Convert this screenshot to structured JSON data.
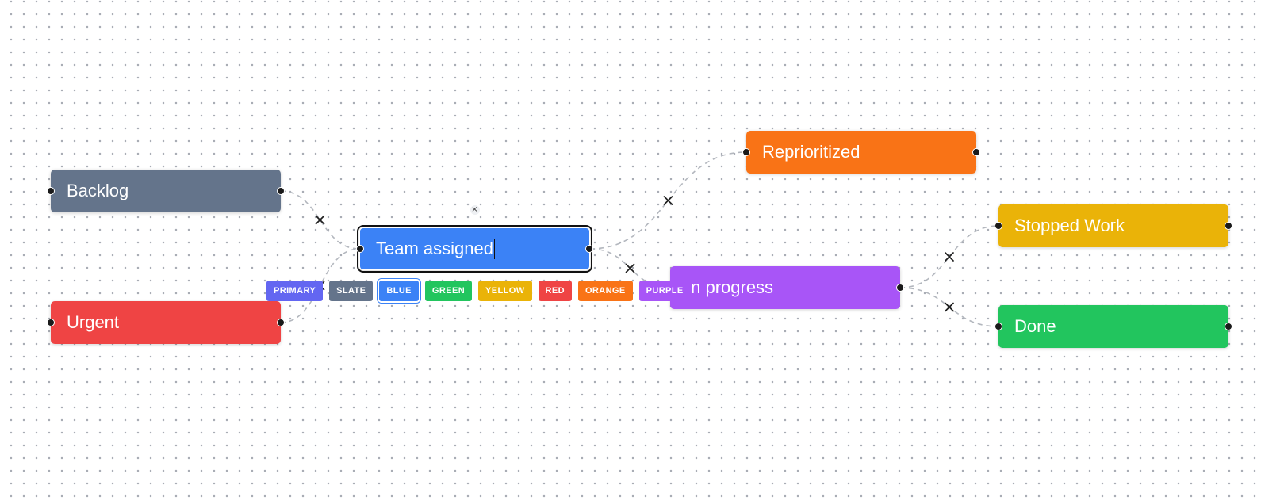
{
  "palette": [
    {
      "label": "PRIMARY",
      "color": "#6366f1",
      "active": false
    },
    {
      "label": "SLATE",
      "color": "#64748b",
      "active": false
    },
    {
      "label": "BLUE",
      "color": "#3b82f6",
      "active": true
    },
    {
      "label": "GREEN",
      "color": "#22c55e",
      "active": false
    },
    {
      "label": "YELLOW",
      "color": "#eab308",
      "active": false
    },
    {
      "label": "RED",
      "color": "#ef4444",
      "active": false
    },
    {
      "label": "ORANGE",
      "color": "#f97316",
      "active": false
    },
    {
      "label": "PURPLE",
      "color": "#a855f7",
      "active": false
    }
  ],
  "nodes": [
    {
      "id": "backlog",
      "label": "Backlog",
      "color": "#64748b",
      "selected": false
    },
    {
      "id": "urgent",
      "label": "Urgent",
      "color": "#ef4444",
      "selected": false
    },
    {
      "id": "team-assigned",
      "label": "Team assigned",
      "color": "#3b82f6",
      "selected": true
    },
    {
      "id": "reprioritized",
      "label": "Reprioritized",
      "color": "#f97316",
      "selected": false
    },
    {
      "id": "in-progress",
      "label": "In progress",
      "color": "#a855f7",
      "selected": false
    },
    {
      "id": "stopped-work",
      "label": "Stopped Work",
      "color": "#eab308",
      "selected": false
    },
    {
      "id": "done",
      "label": "Done",
      "color": "#22c55e",
      "selected": false
    }
  ],
  "edges": [
    {
      "from": "backlog",
      "to": "team-assigned"
    },
    {
      "from": "urgent",
      "to": "team-assigned"
    },
    {
      "from": "team-assigned",
      "to": "reprioritized"
    },
    {
      "from": "team-assigned",
      "to": "in-progress"
    },
    {
      "from": "in-progress",
      "to": "stopped-work"
    },
    {
      "from": "in-progress",
      "to": "done"
    }
  ],
  "edge_style": {
    "stroke": "#b3b7be",
    "dashed": true
  },
  "background": {
    "pattern": "dot-grid",
    "dot_color": "#a9adb5"
  }
}
